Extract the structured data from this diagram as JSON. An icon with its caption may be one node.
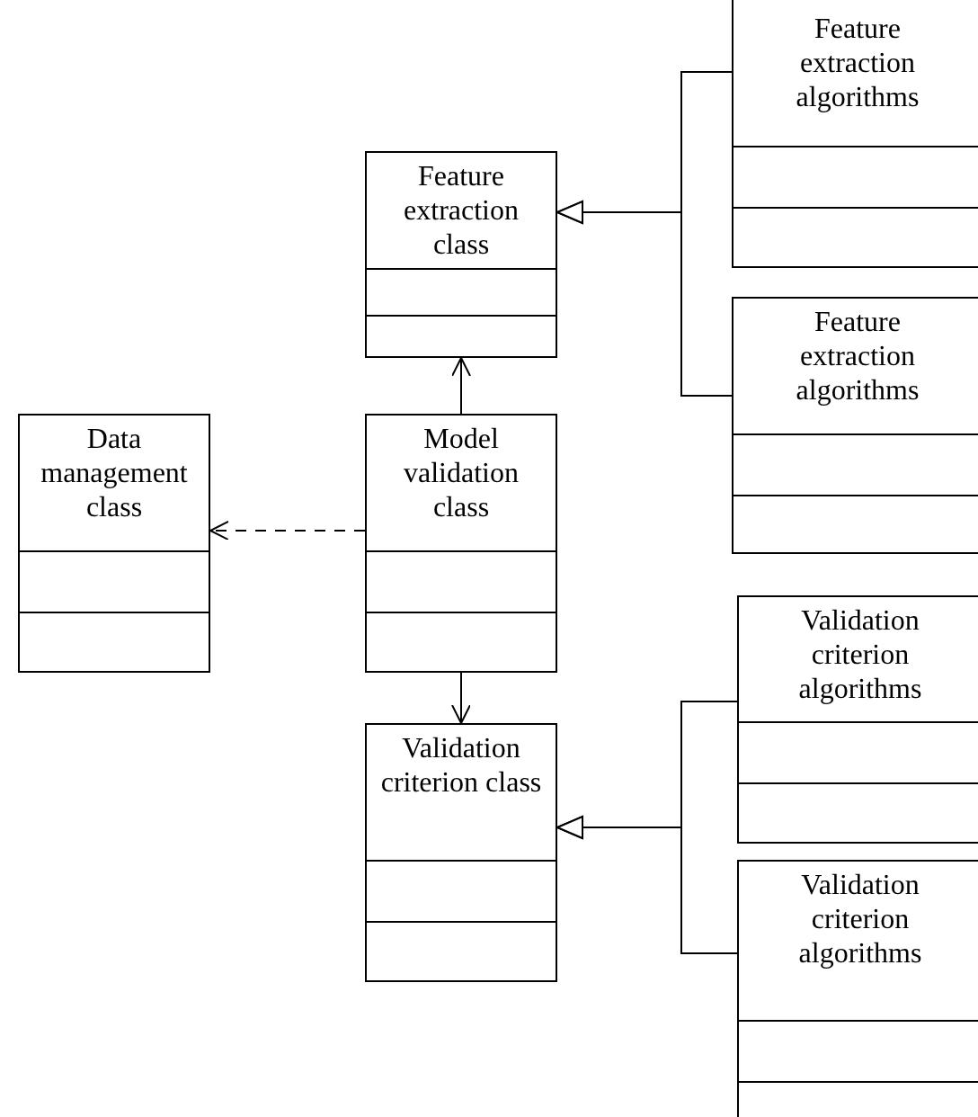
{
  "diagram": {
    "nodes": [
      {
        "text": [
          "Feature extraction class"
        ]
      },
      {
        "text": [
          "Feature extraction algorithms"
        ]
      },
      {
        "text": [
          "Feature extraction algorithms"
        ]
      },
      {
        "text": [
          "Data management class"
        ]
      },
      {
        "text": [
          "Model validation class"
        ]
      },
      {
        "text": [
          "Validation criterion class"
        ]
      },
      {
        "text": [
          "Validation criterion algorithms"
        ]
      },
      {
        "text": [
          "Validation criterion algorithms"
        ]
      }
    ],
    "edges": [
      {
        "from": 4,
        "to": 0,
        "arrow": "to"
      },
      {
        "from": 4,
        "to": 3,
        "arrow": "to",
        "style": "dashed"
      },
      {
        "from": 4,
        "to": 5,
        "arrow": "to"
      },
      {
        "from": 1,
        "to": 0,
        "arrow": "to"
      },
      {
        "from": 2,
        "to": 0,
        "arrow": "to"
      },
      {
        "from": 6,
        "to": 5,
        "arrow": "to"
      },
      {
        "from": 7,
        "to": 5,
        "arrow": "to"
      }
    ]
  }
}
